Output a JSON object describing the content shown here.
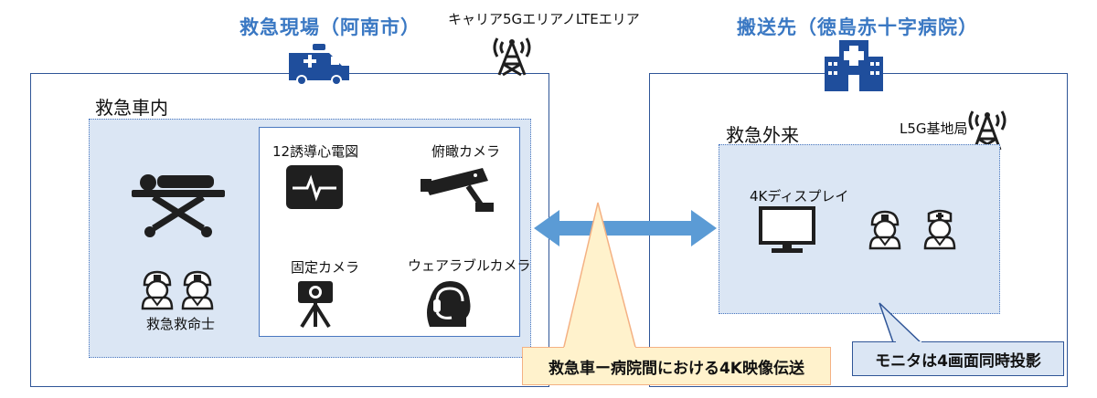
{
  "scene_left": {
    "title": "救急現場（阿南市）",
    "carrier_label": "キャリア5GエリアノLTEエリア",
    "ambulance_label": "救急車内",
    "devices": {
      "ecg": "12誘導心電図",
      "birdseye_camera": "俯瞰カメラ",
      "fixed_camera": "固定カメラ",
      "wearable_camera": "ウェアラブルカメラ"
    },
    "paramedics_label": "救急救命士"
  },
  "scene_right": {
    "title": "搬送先（徳島赤十字病院）",
    "outpatient_label": "救急外来",
    "l5g_label": "L5G基地局",
    "display_label": "4Kディスプレイ"
  },
  "callouts": {
    "transmission": "救急車ー病院間における4K映像伝送",
    "monitor": "モニタは4画面同時投影"
  },
  "icons": [
    "ambulance-icon",
    "antenna-tower-icon",
    "hospital-icon",
    "stretcher-icon",
    "ecg-monitor-icon",
    "security-camera-icon",
    "tripod-camera-icon",
    "headset-person-icon",
    "paramedic-icon",
    "nurse-icon",
    "display-monitor-icon",
    "double-arrow-icon"
  ],
  "colors": {
    "title_blue": "#3a78c3",
    "box_border": "#2f5597",
    "dotted_fill": "#dbe6f4",
    "arrow_blue": "#5b9bd5",
    "callout_fill": "#fff2cc",
    "callout_border": "#f4b183",
    "icon_dark": "#1f1f1f",
    "icon_navy": "#1f4e9c"
  }
}
